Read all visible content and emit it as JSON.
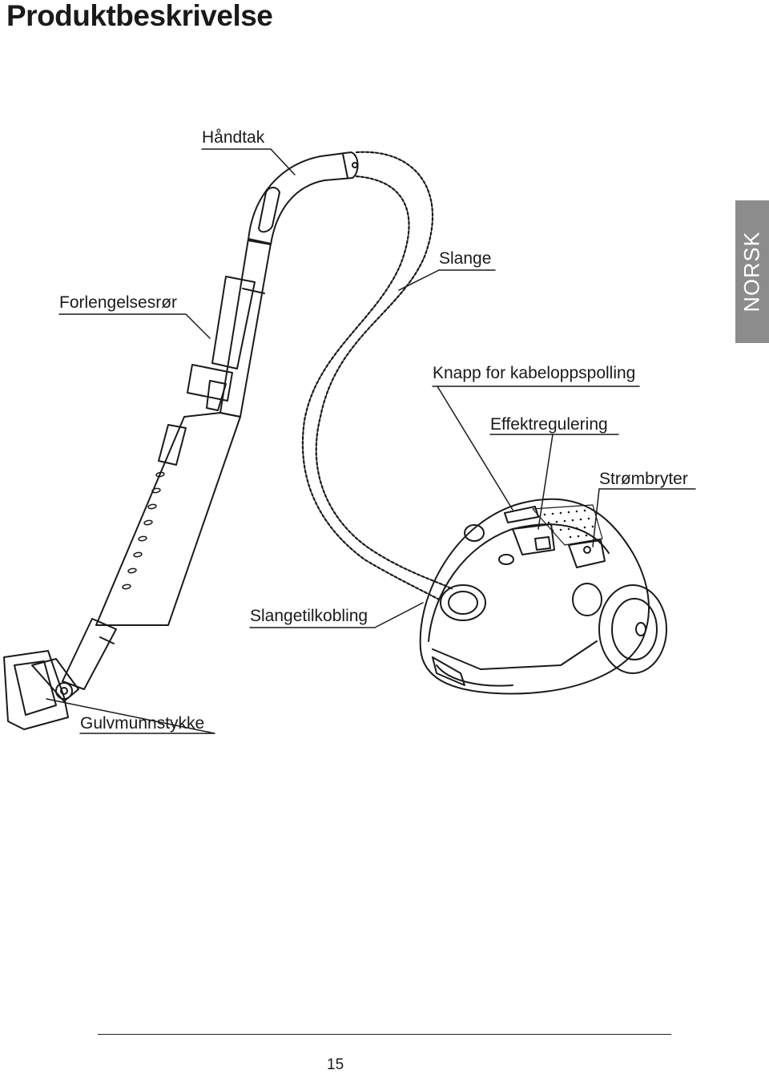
{
  "page": {
    "title": "Produktbeskrivelse",
    "language_tab": "NORSK",
    "page_number": "15"
  },
  "labels": {
    "handle": "Håndtak",
    "hose": "Slange",
    "extension_tube": "Forlengelsesrør",
    "cable_rewind_button": "Knapp for kabeloppspolling",
    "power_control": "Effektregulering",
    "power_switch": "Strømbryter",
    "hose_connection": "Slangetilkobling",
    "floor_nozzle": "Gulvmunnstykke"
  },
  "colors": {
    "tab_background": "#8c8c8c",
    "line_art": "#1a1a1a"
  }
}
